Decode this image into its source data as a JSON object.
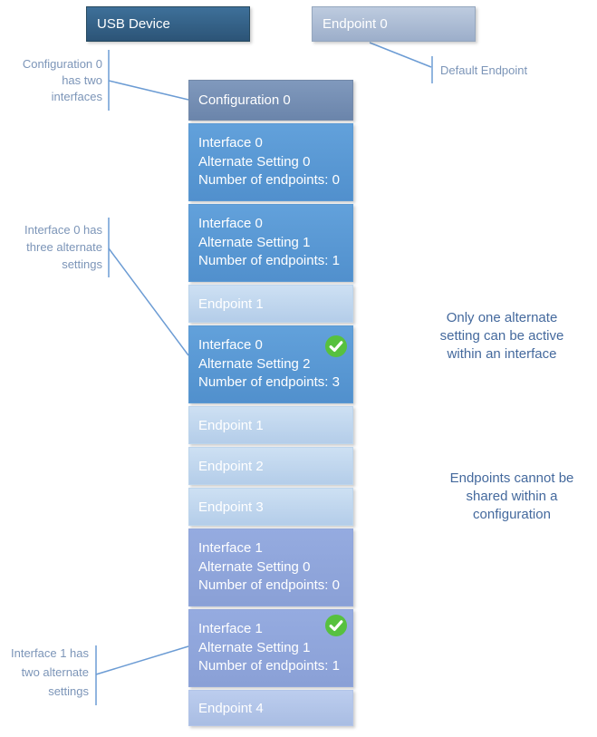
{
  "colors": {
    "connector_line": "#6C9CD4",
    "annotation_text": "#7C95B8",
    "note_text": "#44699D",
    "usb_box": "#2C5477",
    "endpoint0_box": "#9CAECA",
    "configuration_box": "#6B85AB",
    "interface0_box": "#5B9BD5",
    "endpoint_box": "#BDD7EE",
    "interface1_box": "#8FA5DB",
    "endpoint4_box": "#AEC3E8",
    "check_green": "#57C13F"
  },
  "top": {
    "usb_device_label": "USB Device",
    "endpoint0_label": "Endpoint 0"
  },
  "annotations": {
    "config_note": {
      "lines": [
        "Configuration 0",
        "has two",
        "interfaces"
      ]
    },
    "default_endpoint_label": "Default Endpoint",
    "interface0_note": {
      "lines": [
        "Interface 0 has",
        "three alternate",
        "settings"
      ]
    },
    "interface1_note": {
      "lines": [
        "Interface 1 has",
        "two alternate",
        "settings"
      ]
    },
    "alternate_setting_note": {
      "lines": [
        "Only one alternate",
        "setting can be active",
        "within an interface"
      ]
    },
    "endpoints_shared_note": {
      "lines": [
        "Endpoints cannot be",
        "shared within a",
        "configuration"
      ]
    }
  },
  "stack": [
    {
      "label": "Configuration 0"
    },
    {
      "lines": [
        "Interface 0",
        "Alternate Setting 0",
        "Number of endpoints: 0"
      ]
    },
    {
      "lines": [
        "Interface 0",
        "Alternate Setting 1",
        "Number of endpoints: 1"
      ]
    },
    {
      "label": "Endpoint 1"
    },
    {
      "lines": [
        "Interface 0",
        "Alternate Setting 2",
        "Number of endpoints: 3"
      ],
      "active": true
    },
    {
      "label": "Endpoint 1"
    },
    {
      "label": "Endpoint 2"
    },
    {
      "label": "Endpoint 3"
    },
    {
      "lines": [
        "Interface 1",
        "Alternate Setting 0",
        "Number of endpoints: 0"
      ]
    },
    {
      "lines": [
        "Interface 1",
        "Alternate Setting 1",
        "Number of endpoints: 1"
      ],
      "active": true
    },
    {
      "label": "Endpoint 4"
    }
  ]
}
